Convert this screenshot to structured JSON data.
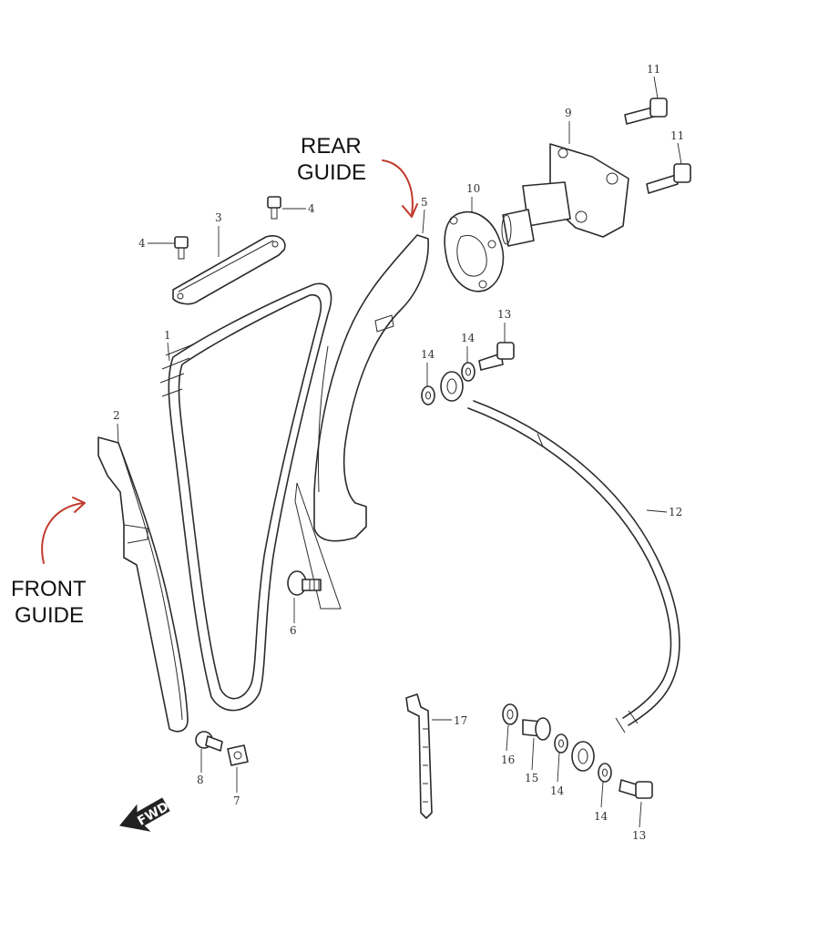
{
  "callouts": {
    "rear_guide": [
      "REAR",
      "GUIDE"
    ],
    "front_guide": [
      "FRONT",
      "GUIDE"
    ],
    "arrow_color": "#c0392b"
  },
  "part_numbers": {
    "chain": "1",
    "front_guide": "2",
    "plate": "3",
    "plate_bolt_left": "4",
    "plate_bolt_right": "4",
    "rear_guide": "5",
    "pivot_bolt": "6",
    "washer_7": "7",
    "bolt_8": "8",
    "tensioner": "9",
    "gasket": "10",
    "tensioner_bolt_top": "11",
    "tensioner_bolt_bottom": "11",
    "oil_hose": "12",
    "union_bolt_top": "13",
    "union_bolt_bottom": "13",
    "washer_14_a": "14",
    "washer_14_b": "14",
    "washer_14_c": "14",
    "washer_14_d": "14",
    "fitting_15": "15",
    "washer_16": "16",
    "clamp_17": "17"
  },
  "fwd_badge": "FWD",
  "icons": {
    "fwd": "fwd-arrow-icon",
    "callout_arrow": "curved-arrow-icon"
  }
}
